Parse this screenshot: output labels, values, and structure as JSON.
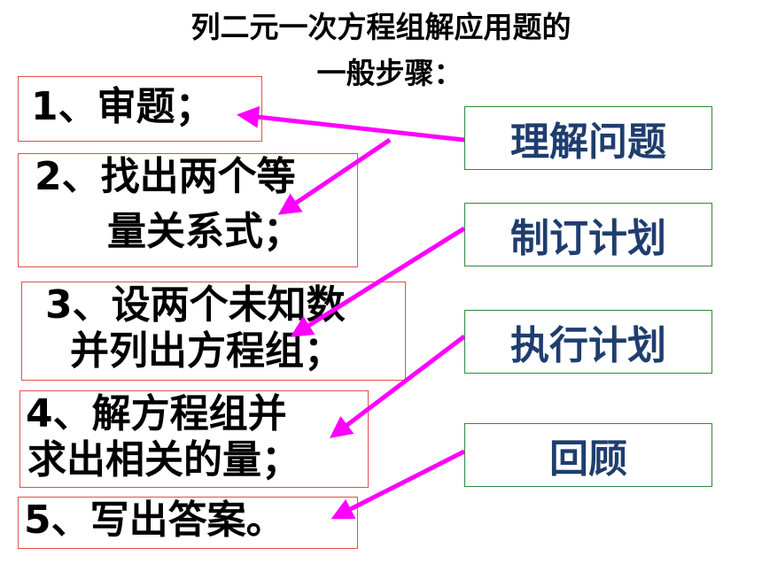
{
  "title": {
    "line1": "列二元一次方程组解应用题的",
    "line2": "一般步骤："
  },
  "steps": [
    {
      "line1": "1、审题；",
      "line2": ""
    },
    {
      "line1": "2、找出两个等",
      "line2": "量关系式；"
    },
    {
      "line1": "3、设两个未知数",
      "line2": "并列出方程组；"
    },
    {
      "line1": "4、解方程组并",
      "line2": "求出相关的量；"
    },
    {
      "line1": "5、写出答案。",
      "line2": ""
    }
  ],
  "stages": [
    "理解问题",
    "制订计划",
    "执行计划",
    "回顾"
  ],
  "colors": {
    "arrow": "#ff00ff",
    "step_border": "#e05050",
    "stage_border": "#2e8b3c",
    "stage_text": "#1f3d6e"
  }
}
